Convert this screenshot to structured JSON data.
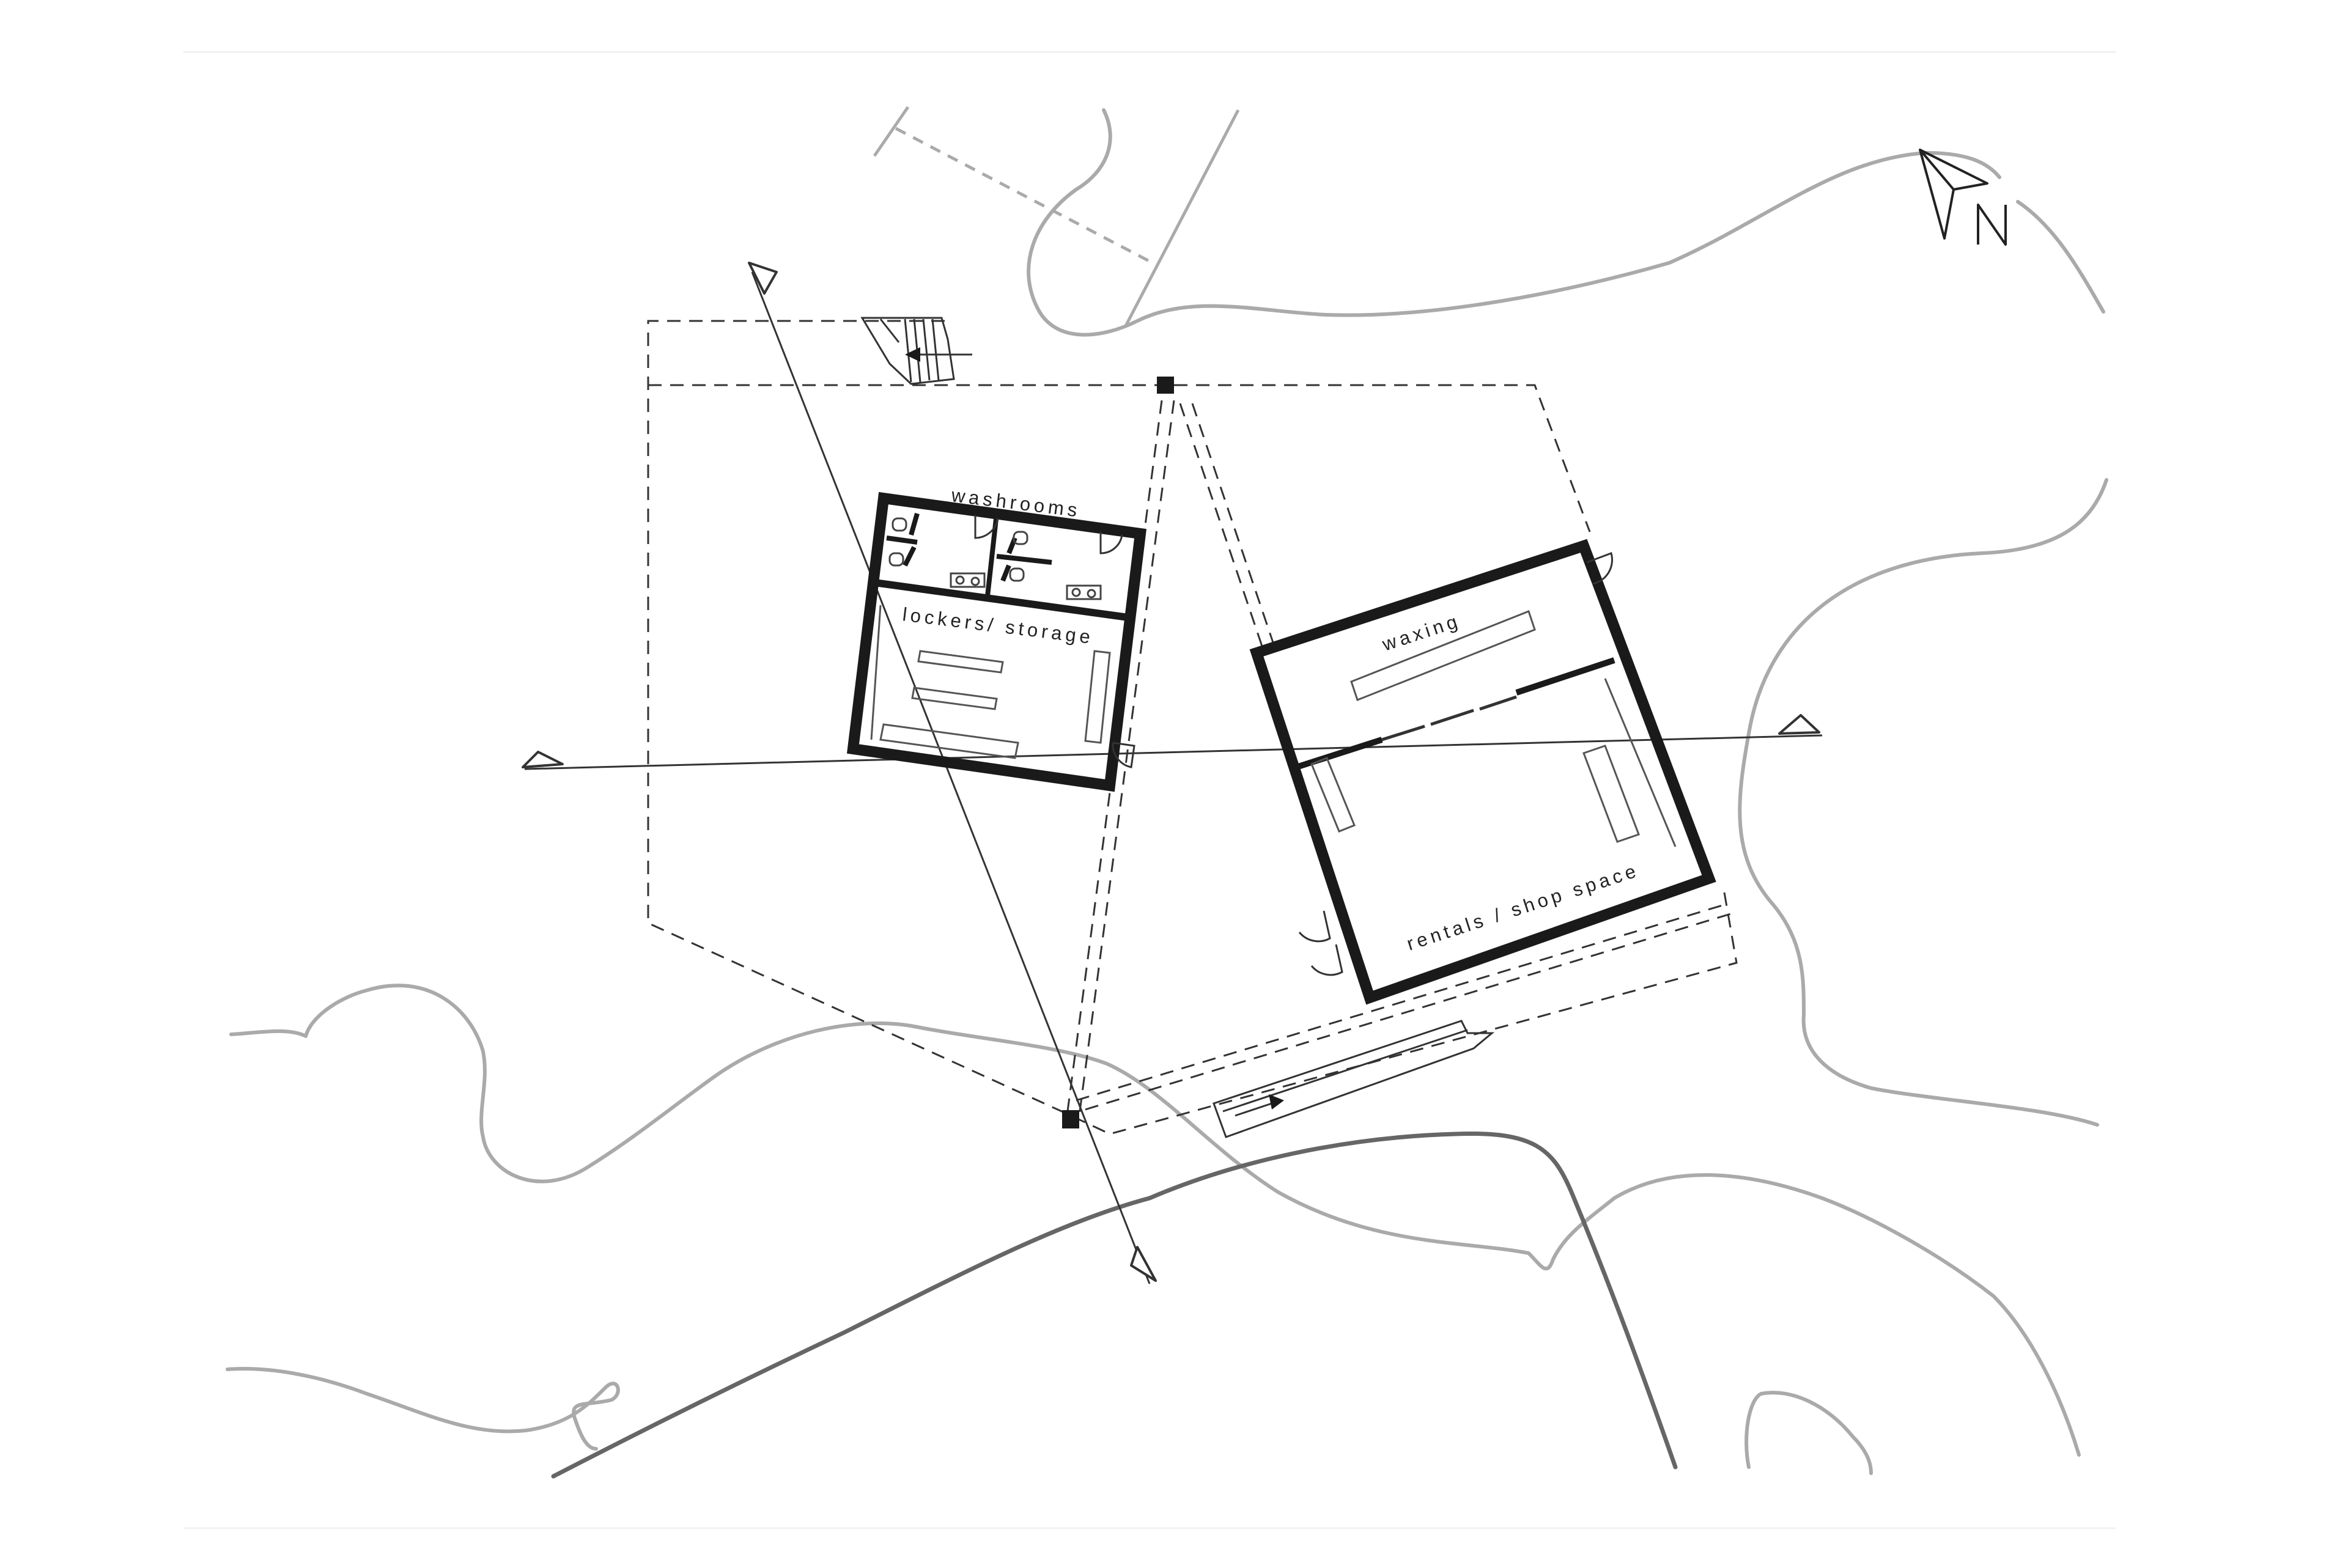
{
  "drawing": {
    "north_label": "N",
    "buildings": [
      {
        "name": "washroom-building",
        "rooms": [
          {
            "key": "washrooms",
            "label": "washrooms"
          },
          {
            "key": "lockers",
            "label": "lockers/ storage"
          }
        ]
      },
      {
        "name": "shop-building",
        "rooms": [
          {
            "key": "waxing",
            "label": "waxing"
          },
          {
            "key": "rentals",
            "label": "rentals / shop space"
          }
        ]
      }
    ],
    "colors": {
      "ink": "#1a1a1a",
      "contour": "#aaaaaa",
      "road": "#666666",
      "paper": "#ffffff"
    }
  }
}
